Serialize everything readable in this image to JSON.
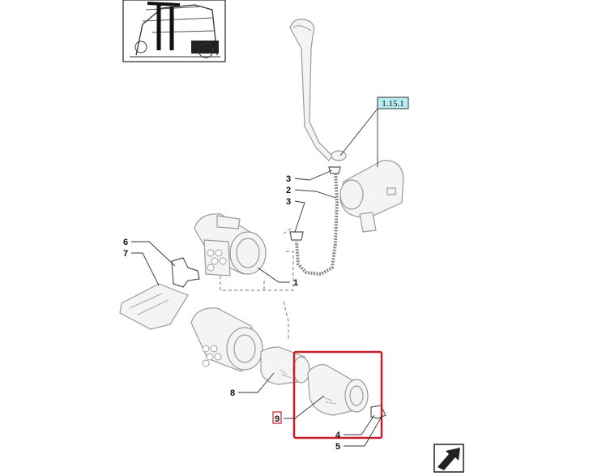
{
  "reference_label": "1.15.1",
  "callouts": {
    "c1": "1",
    "c2": "2",
    "c3a": "3",
    "c3b": "3",
    "c4": "4",
    "c5": "5",
    "c6": "6",
    "c7": "7",
    "c8": "8",
    "c9": "9"
  },
  "colors": {
    "highlight": "#cc1d2a",
    "reference_fill": "#b8ecf2"
  },
  "icons": {
    "thumbnail": "tractor-cab-icon",
    "navigation": "next-page-arrow-icon"
  }
}
